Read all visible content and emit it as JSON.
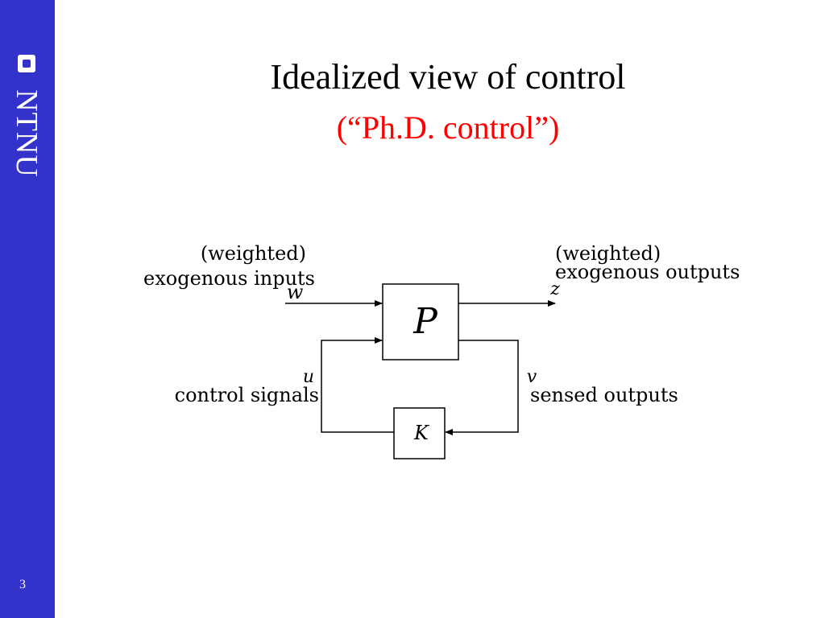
{
  "sidebar": {
    "logo_text": "NTNU",
    "page_number": "3",
    "color": "#3333cc"
  },
  "title": "Idealized view of control",
  "subtitle": "(“Ph.D. control”)",
  "subtitle_color": "#ff0000",
  "diagram": {
    "plant_label": "P",
    "controller_label": "K",
    "input_line1": "(weighted)",
    "input_line2": "exogenous inputs",
    "input_symbol": "w",
    "output_line1": "(weighted)",
    "output_line2": "exogenous outputs",
    "output_symbol": "z",
    "control_label": "control signals",
    "control_symbol": "u",
    "sensed_label": "sensed outputs",
    "sensed_symbol": "v"
  }
}
